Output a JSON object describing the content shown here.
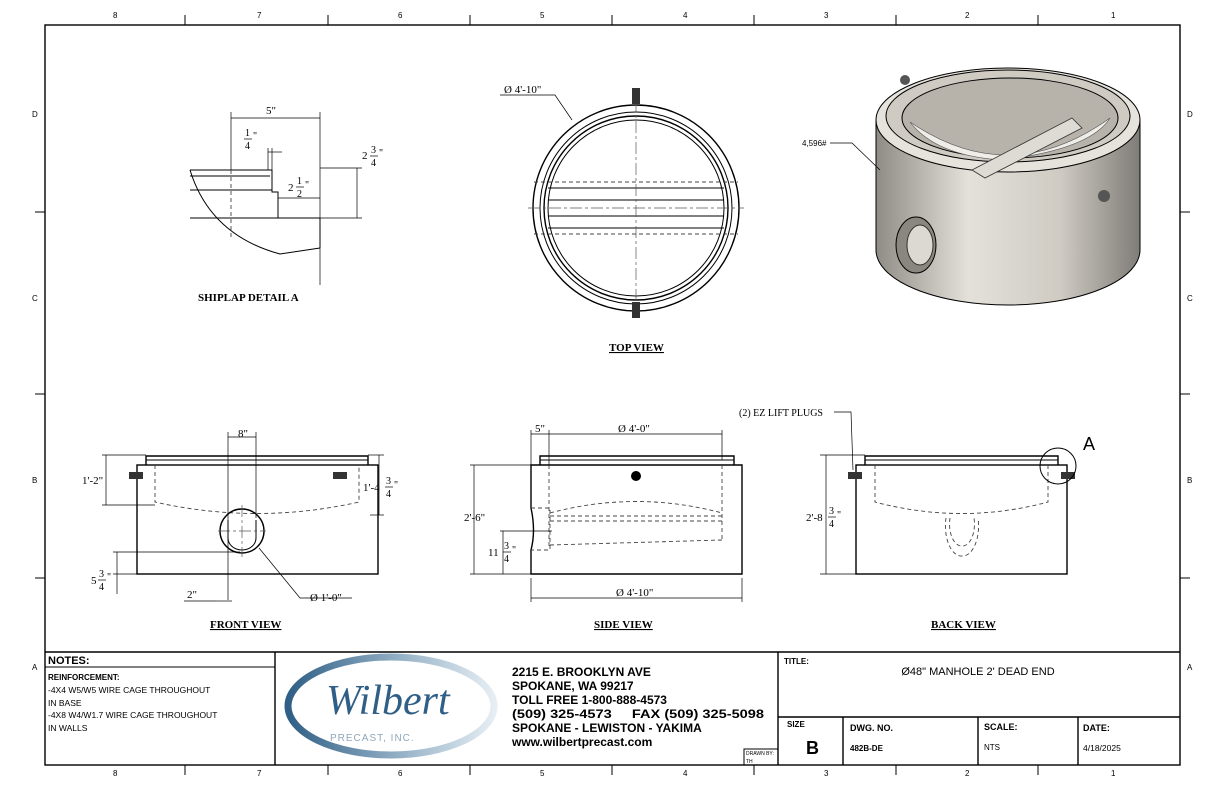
{
  "zones": {
    "columns": [
      "8",
      "7",
      "6",
      "5",
      "4",
      "3",
      "2",
      "1"
    ],
    "rows": [
      "D",
      "C",
      "B",
      "A"
    ]
  },
  "shiplap": {
    "label": "SHIPLAP DETAIL A",
    "dim_width": "5\"",
    "dim_quarter": {
      "num": "1",
      "den": "4",
      "unit": "\""
    },
    "dim_two_three_quarter": {
      "whole": "2",
      "num": "3",
      "den": "4",
      "unit": "\""
    },
    "dim_two_half": {
      "whole": "2",
      "num": "1",
      "den": "2",
      "unit": "\""
    }
  },
  "top_view": {
    "label": "TOP VIEW",
    "dim_diameter": "Ø 4'-10\""
  },
  "iso_view": {
    "weight": "4,596#"
  },
  "front_view": {
    "label": "FRONT VIEW",
    "dim_8": "8\"",
    "dim_1_2": "1'-2\"",
    "dim_1_4": {
      "whole": "1'-4",
      "num": "3",
      "den": "4",
      "unit": "\""
    },
    "dim_5": {
      "whole": "5",
      "num": "3",
      "den": "4",
      "unit": "\""
    },
    "dim_2": "2\"",
    "dim_pipe": "Ø 1'-0\""
  },
  "side_view": {
    "label": "SIDE VIEW",
    "dim_5": "5\"",
    "dim_inner": "Ø 4'-0\"",
    "dim_outer": "Ø 4'-10\"",
    "dim_height": "2'-6\"",
    "dim_11": {
      "whole": "11",
      "num": "3",
      "den": "4",
      "unit": "\""
    }
  },
  "back_view": {
    "label": "BACK VIEW",
    "lift_plugs": "(2) EZ LIFT PLUGS",
    "detail_callout": "A",
    "dim_height": {
      "whole": "2'-8",
      "num": "3",
      "den": "4",
      "unit": "\""
    }
  },
  "notes": {
    "header": "NOTES:",
    "lines": [
      "REINFORCEMENT:",
      "-4X4 W5/W5 WIRE CAGE THROUGHOUT",
      "IN BASE",
      "-4X8 W4/W1.7 WIRE CAGE THROUGHOUT",
      "IN WALLS"
    ]
  },
  "logo": {
    "name": "Wilbert",
    "sub": "PRECAST, INC."
  },
  "company": {
    "lines": [
      "2215 E. BROOKLYN AVE",
      "SPOKANE, WA 99217",
      "TOLL FREE 1-800-888-4573",
      "(509) 325-4573     FAX (509) 325-5098",
      "SPOKANE - LEWISTON - YAKIMA",
      "www.wilbertprecast.com"
    ]
  },
  "drawn_by": {
    "label": "DRAWN BY:",
    "value": "TH"
  },
  "title_block": {
    "title_label": "TITLE:",
    "title": "Ø48\" MANHOLE 2' DEAD END",
    "size_label": "SIZE",
    "size": "B",
    "dwg_label": "DWG.  NO.",
    "dwg": "482B-DE",
    "scale_label": "SCALE:",
    "scale": "NTS",
    "date_label": "DATE:",
    "date": "4/18/2025"
  },
  "colors": {
    "logo_blue": "#2f5f86",
    "concrete": "#d9d6cf"
  }
}
